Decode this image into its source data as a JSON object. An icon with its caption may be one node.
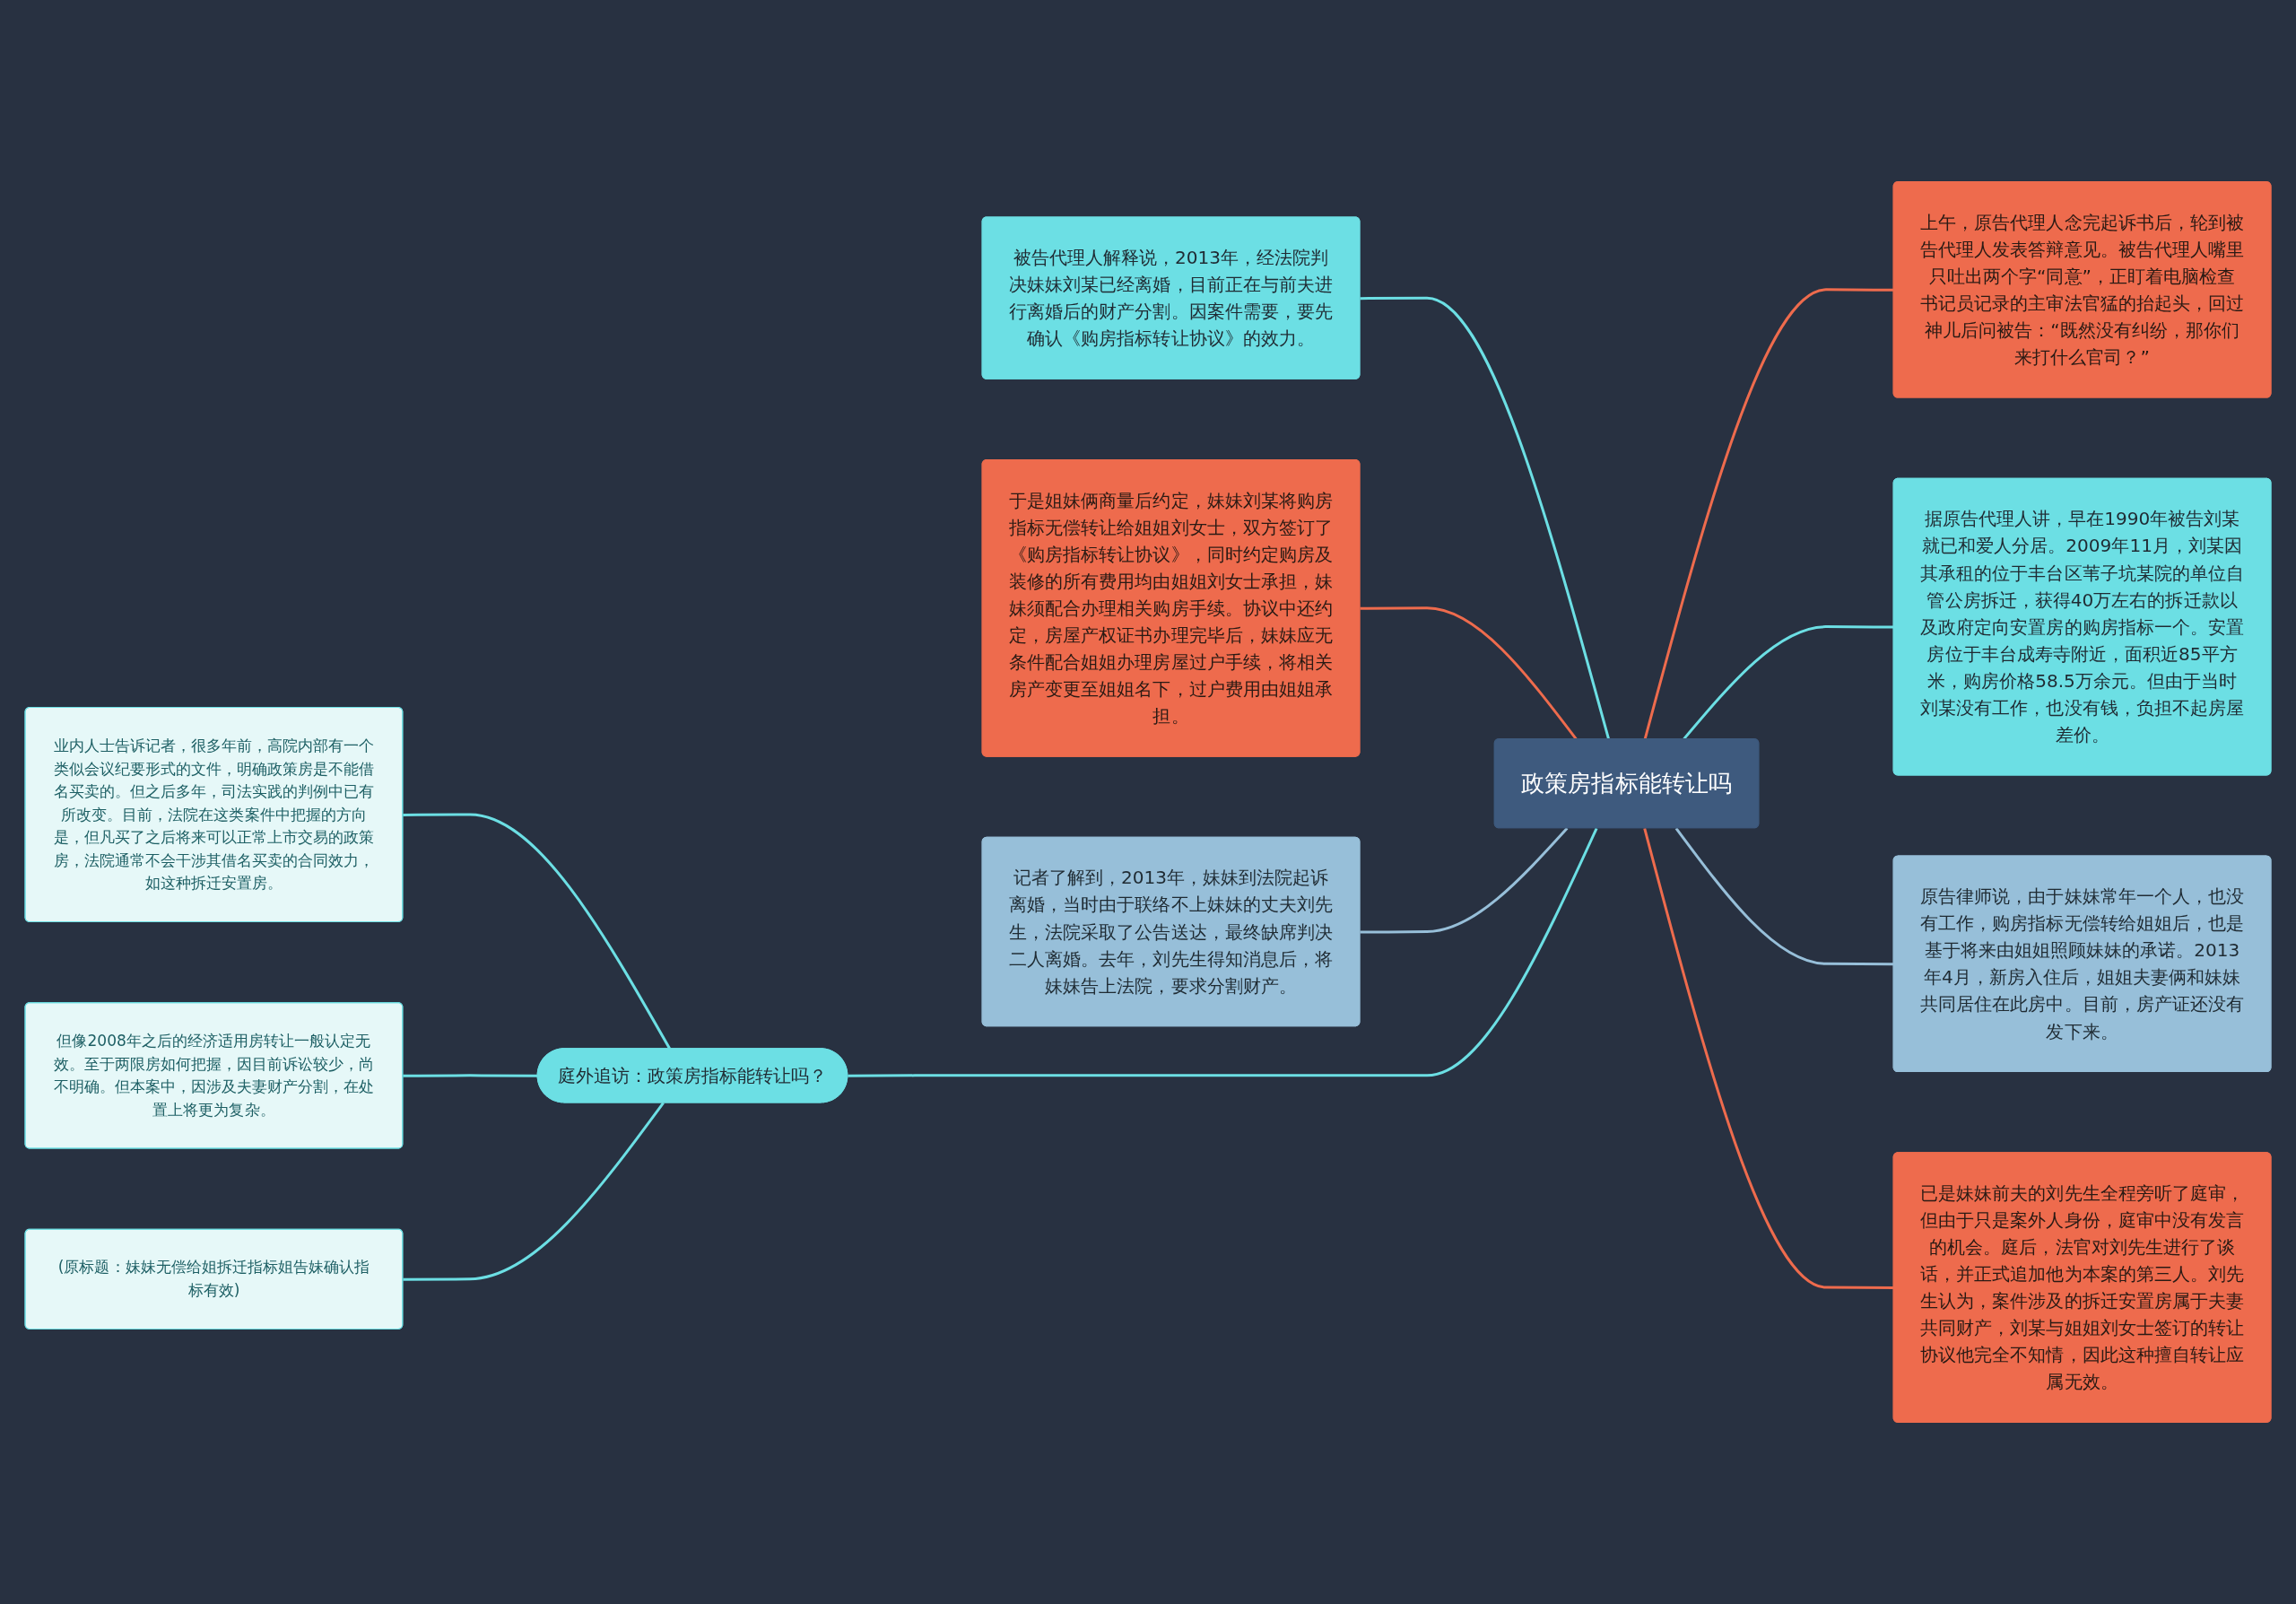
{
  "diagram": {
    "nodes": [
      {
        "text": [
          "政策房指标能转让吗"
        ]
      },
      {
        "text": [
          "被告代理人解释说，2013年，经法院判决妹妹刘某已经离婚，目前正在与前夫进行离婚后的财产分割。因案件需要，要先确认《购房指标转让协议》的效力。"
        ]
      },
      {
        "text": [
          "于是姐妹俩商量后约定，妹妹刘某将购房指标无偿转让给姐姐刘女士，双方签订了《购房指标转让协议》，同时约定购房及装修的所有费用均由姐姐刘女士承担，妹妹须配合办理相关购房手续。协议中还约定，房屋产权证书办理完毕后，妹妹应无条件配合姐姐办理房屋过户手续，将相关房产变更至姐姐名下，过户费用由姐姐承担。"
        ]
      },
      {
        "text": [
          "记者了解到，2013年，妹妹到法院起诉离婚，当时由于联络不上妹妹的丈夫刘先生，法院采取了公告送达，最终缺席判决二人离婚。去年，刘先生得知消息后，将妹妹告上法院，要求分割财产。"
        ]
      },
      {
        "text": [
          "庭外追访：政策房指标能转让吗？"
        ]
      },
      {
        "text": [
          "业内人士告诉记者，很多年前，高院内部有一个类似会议纪要形式的文件，明确政策房是不能借名买卖的。但之后多年，司法实践的判例中已有所改变。目前，法院在这类案件中把握的方向是，但凡买了之后将来可以正常上市交易的政策房，法院通常不会干涉其借名买卖的合同效力，如这种拆迁安置房。"
        ]
      },
      {
        "text": [
          "但像2008年之后的经济适用房转让一般认定无效。至于两限房如何把握，因目前诉讼较少，尚不明确。但本案中，因涉及夫妻财产分割，在处置上将更为复杂。"
        ]
      },
      {
        "text": [
          "(原标题：妹妹无偿给姐拆迁指标姐告妹确认指标有效)"
        ]
      },
      {
        "text": [
          "上午，原告代理人念完起诉书后，轮到被告代理人发表答辩意见。被告代理人嘴里只吐出两个字“同意”，正盯着电脑检查书记员记录的主审法官猛的抬起头，回过神儿后问被告：“既然没有纠纷，那你们来打什么官司？”"
        ]
      },
      {
        "text": [
          "据原告代理人讲，早在1990年被告刘某就已和爱人分居。2009年11月，刘某因其承租的位于丰台区苇子坑某院的单位自管公房拆迁，获得40万左右的拆迁款以及政府定向安置房的购房指标一个。安置房位于丰台成寿寺附近，面积近85平方米，购房价格58.5万余元。但由于当时刘某没有工作，也没有钱，负担不起房屋差价。"
        ]
      },
      {
        "text": [
          "原告律师说，由于妹妹常年一个人，也没有工作，购房指标无偿转给姐姐后，也是基于将来由姐姐照顾妹妹的承诺。2013年4月，新房入住后，姐姐夫妻俩和妹妹共同居住在此房中。目前，房产证还没有发下来。"
        ]
      },
      {
        "text": [
          "已是妹妹前夫的刘先生全程旁听了庭审，但由于只是案外人身份，庭审中没有发言的机会。庭后，法官对刘先生进行了谈话，并正式追加他为本案的第三人。刘先生认为，案件涉及的拆迁安置房属于夫妻共同财产，刘某与姐姐刘女士签订的转让协议他完全不知情，因此这种擅自转让应属无效。"
        ]
      }
    ],
    "edges": [
      {
        "from": 0,
        "to": 1,
        "arrow": "none"
      },
      {
        "from": 0,
        "to": 2,
        "arrow": "none",
        "color": "#ee6b4d"
      },
      {
        "from": 0,
        "to": 3,
        "arrow": "none",
        "color": "#97bfd9"
      },
      {
        "from": 0,
        "to": 4,
        "arrow": "none"
      },
      {
        "from": 4,
        "to": 5,
        "arrow": "none"
      },
      {
        "from": 4,
        "to": 6,
        "arrow": "none"
      },
      {
        "from": 4,
        "to": 7,
        "arrow": "none"
      },
      {
        "from": 0,
        "to": 8,
        "arrow": "none",
        "color": "#ee6b4d"
      },
      {
        "from": 0,
        "to": 9,
        "arrow": "none"
      },
      {
        "from": 0,
        "to": 10,
        "arrow": "none",
        "color": "#97bfd9"
      },
      {
        "from": 0,
        "to": 11,
        "arrow": "none",
        "color": "#ee6b4d"
      }
    ]
  }
}
